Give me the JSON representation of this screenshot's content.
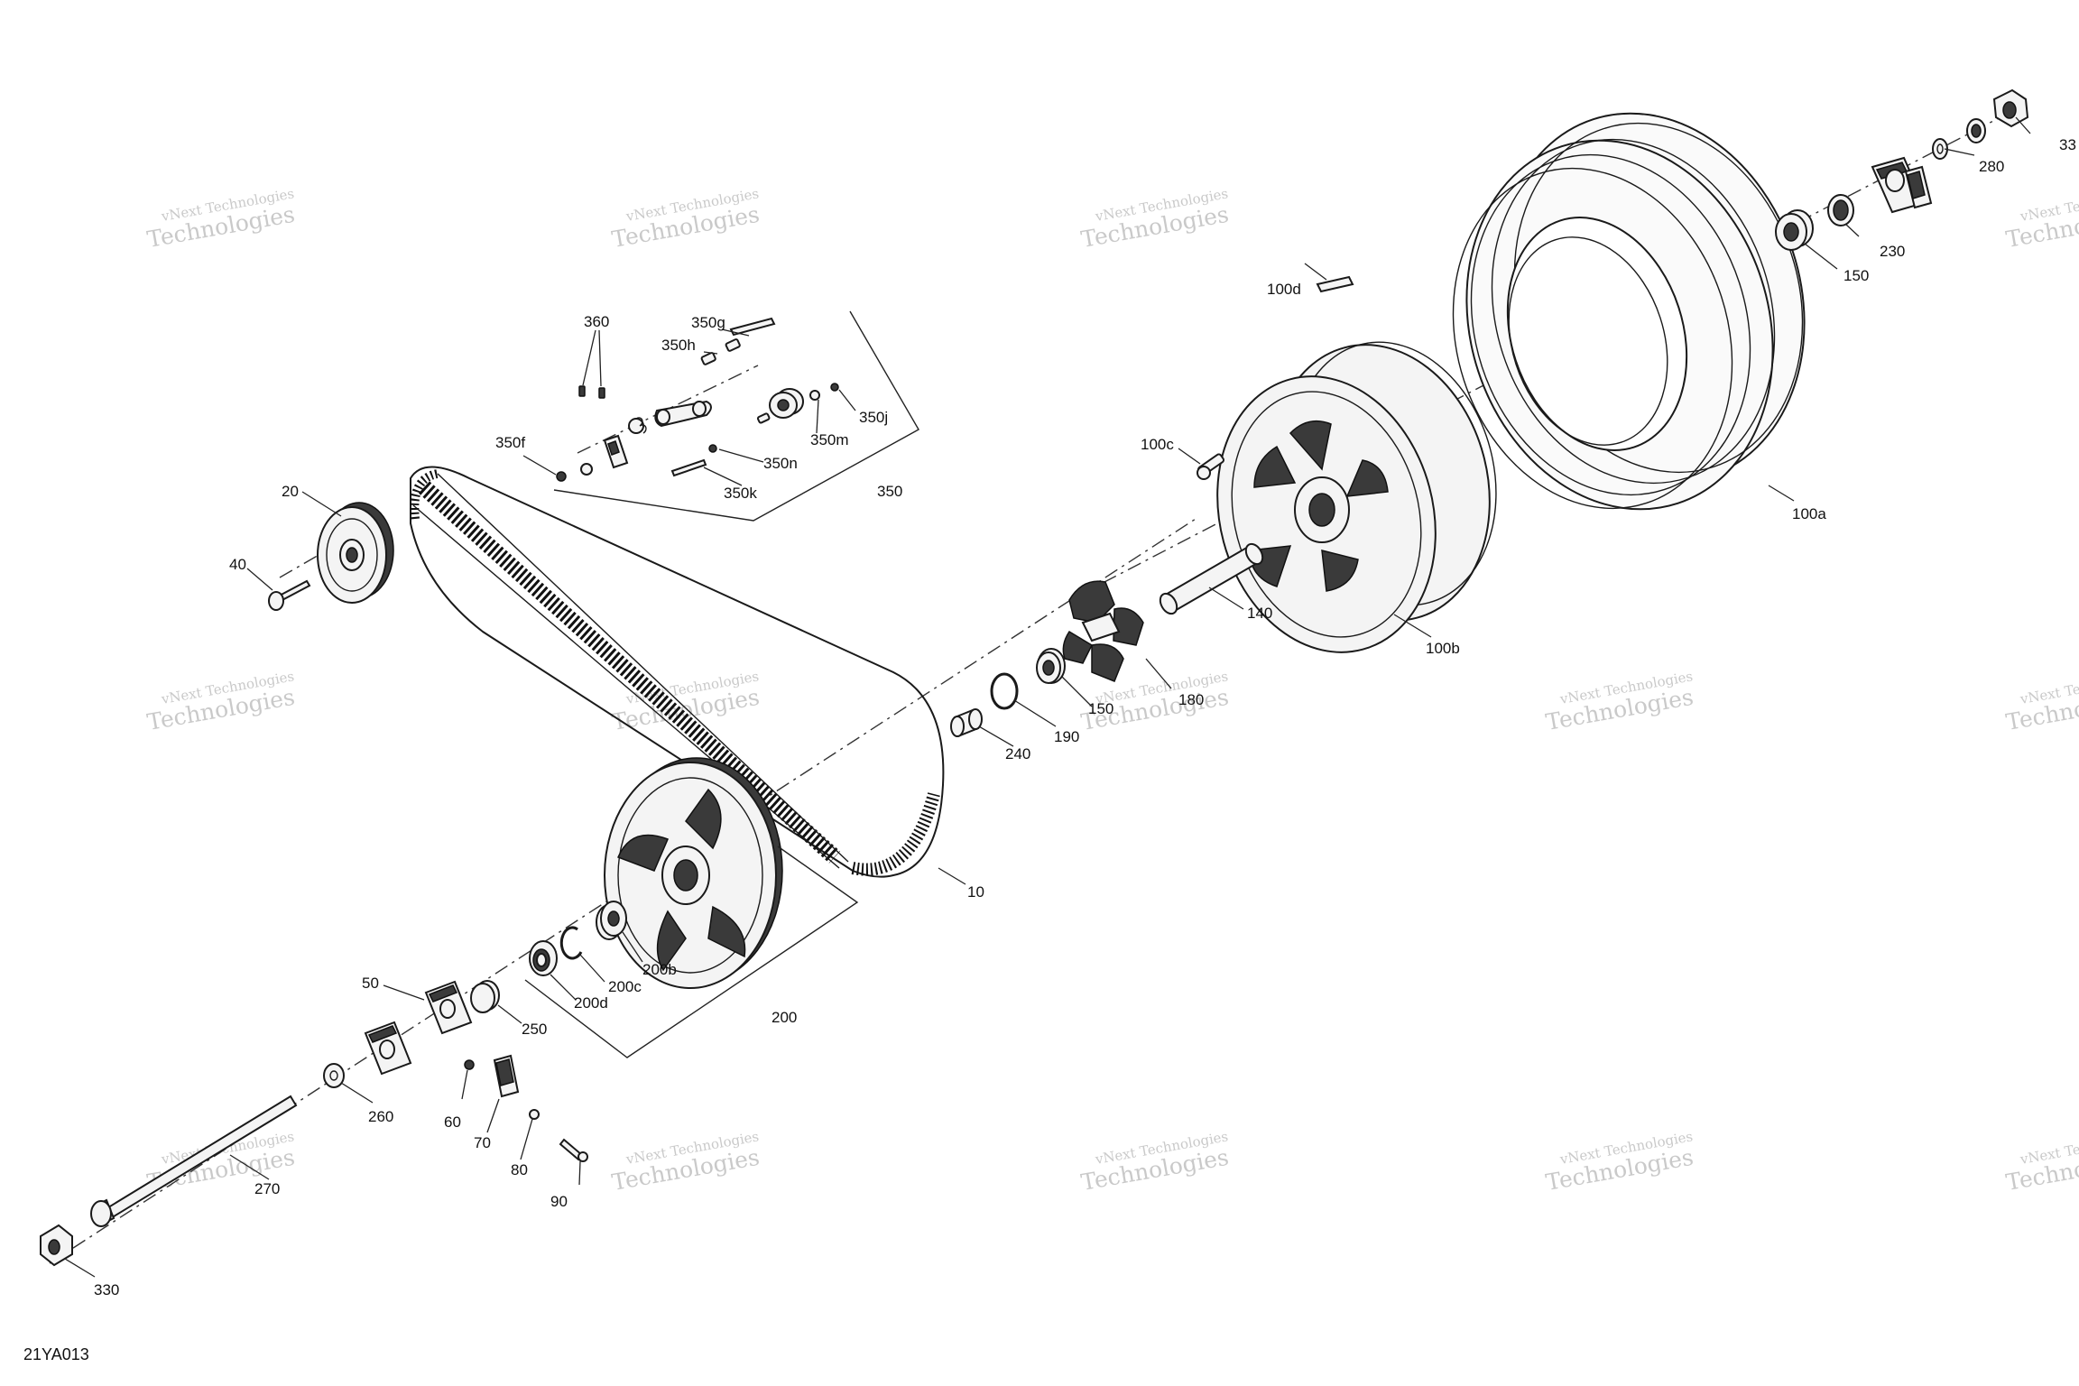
{
  "diagram_code": "21YA013",
  "watermark": {
    "line1": "vNext Technologies",
    "line2": "Technologies"
  },
  "callouts": {
    "c10": "10",
    "c20": "20",
    "c40": "40",
    "c50": "50",
    "c60": "60",
    "c70": "70",
    "c80": "80",
    "c90": "90",
    "c100a": "100a",
    "c100b": "100b",
    "c100c": "100c",
    "c100d": "100d",
    "c140": "140",
    "c150a": "150",
    "c150b": "150",
    "c180": "180",
    "c190": "190",
    "c200": "200",
    "c200b": "200b",
    "c200c": "200c",
    "c200d": "200d",
    "c230": "230",
    "c240": "240",
    "c250": "250",
    "c260": "260",
    "c270": "270",
    "c280": "280",
    "c330a": "330",
    "c330b": "33",
    "c350": "350",
    "c350f": "350f",
    "c350g": "350g",
    "c350h": "350h",
    "c350j": "350j",
    "c350k": "350k",
    "c350m": "350m",
    "c350n": "350n",
    "c360": "360"
  }
}
